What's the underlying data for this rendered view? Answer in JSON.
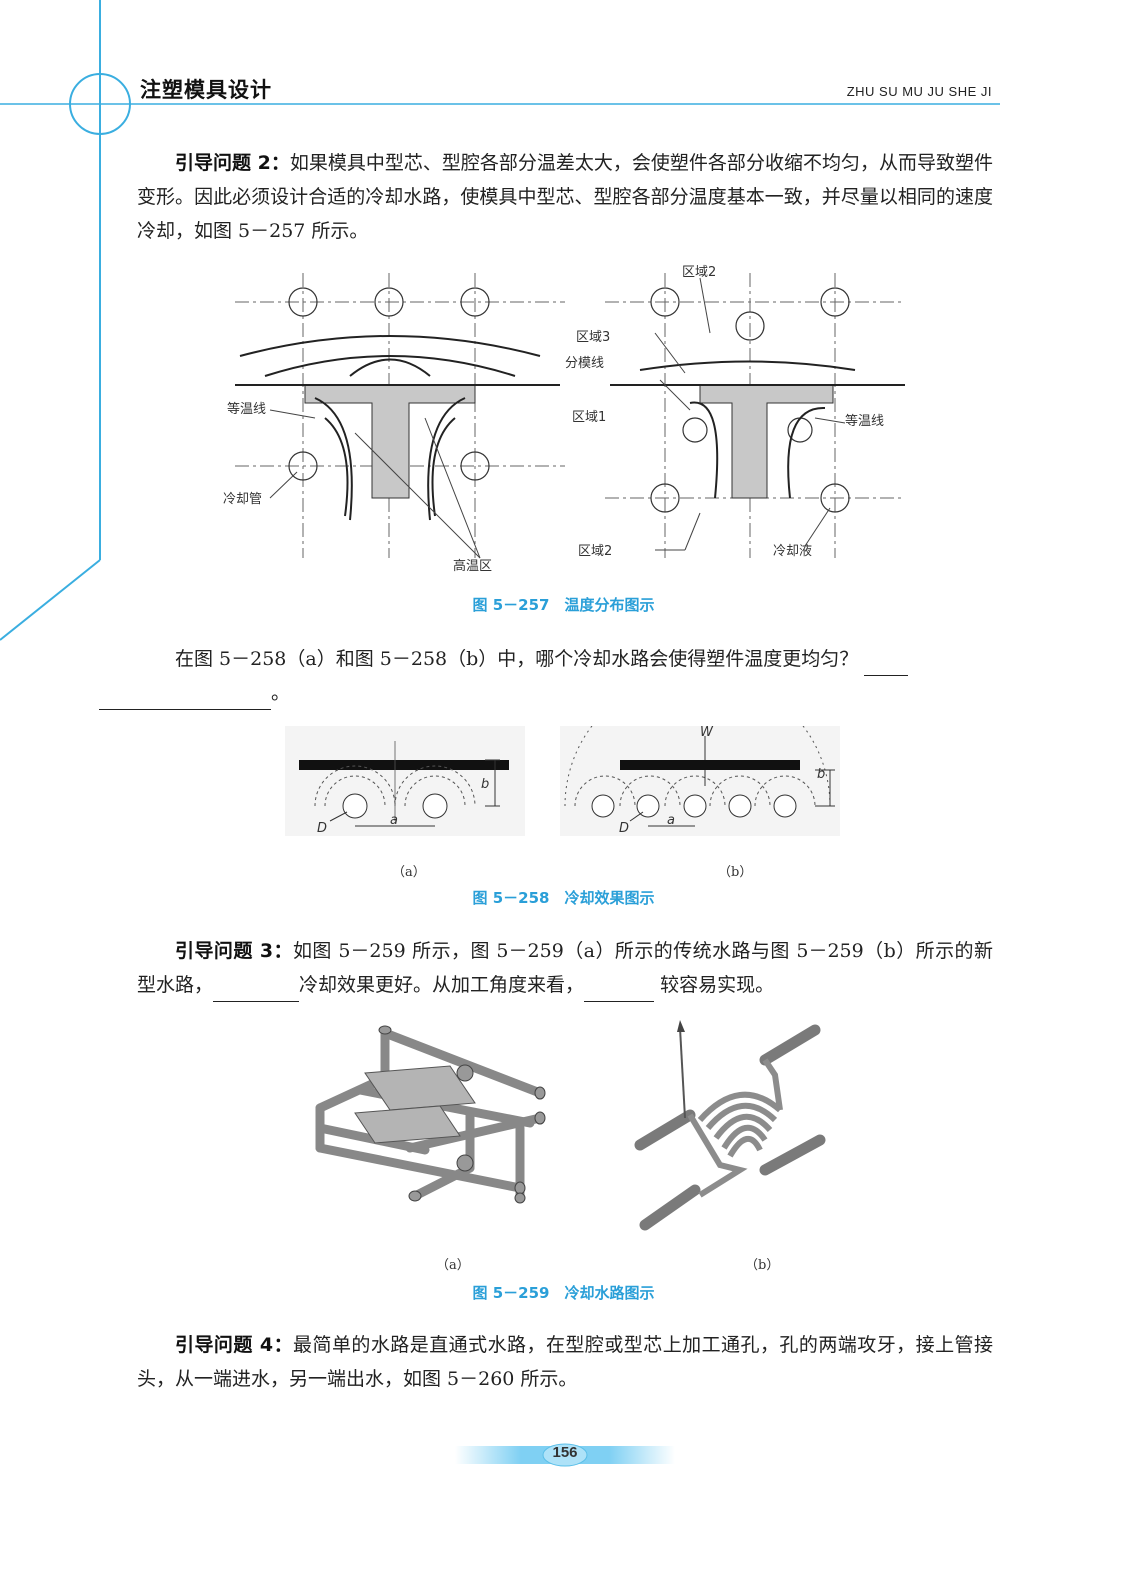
{
  "header": {
    "title": "注塑模具设计",
    "pinyin": "ZHU SU MU JU SHE JI"
  },
  "q2": {
    "label": "引导问题 2：",
    "text": "如果模具中型芯、型腔各部分温差太大，会使塑件各部分收缩不均匀，从而导致塑件变形。因此必须设计合适的冷却水路，使模具中型芯、型腔各部分温度基本一致，并尽量以相同的速度冷却，如图 5－257 所示。"
  },
  "fig257": {
    "caption": "图 5－257　温度分布图示",
    "left_labels": {
      "isotherm": "等温线",
      "cooling_pipe": "冷却管",
      "hot_zone": "高温区"
    },
    "right_labels": {
      "zone2_top": "区域2",
      "zone3": "区域3",
      "parting_line": "分模线",
      "zone1": "区域1",
      "isotherm": "等温线",
      "zone2_bottom": "区域2",
      "coolant": "冷却液"
    }
  },
  "q_258": {
    "text": "在图 5－258（a）和图 5－258（b）中，哪个冷却水路会使得塑件温度更均匀？",
    "end": "。"
  },
  "fig258": {
    "caption": "图 5－258　冷却效果图示",
    "sub_a": "（a）",
    "sub_b": "（b）",
    "sym_D": "D",
    "sym_a": "a",
    "sym_b": "b",
    "sym_W": "W"
  },
  "q3": {
    "label": "引导问题 3：",
    "text1": "如图 5－259 所示，图 5－259（a）所示的传统水路与图 5－259（b）所示的新型水路，",
    "text2": "冷却效果更好。从加工角度来看，",
    "text3": " 较容易实现。"
  },
  "fig259": {
    "caption": "图 5－259　冷却水路图示",
    "sub_a": "（a）",
    "sub_b": "（b）"
  },
  "q4": {
    "label": "引导问题 4：",
    "text": "最简单的水路是直通式水路，在型腔或型芯上加工通孔，孔的两端攻牙，接上管接头，从一端进水，另一端出水，如图 5－260 所示。"
  },
  "footer": {
    "page_number": "156"
  },
  "colors": {
    "accent": "#2a9fd8",
    "frame": "#3aaee0"
  }
}
